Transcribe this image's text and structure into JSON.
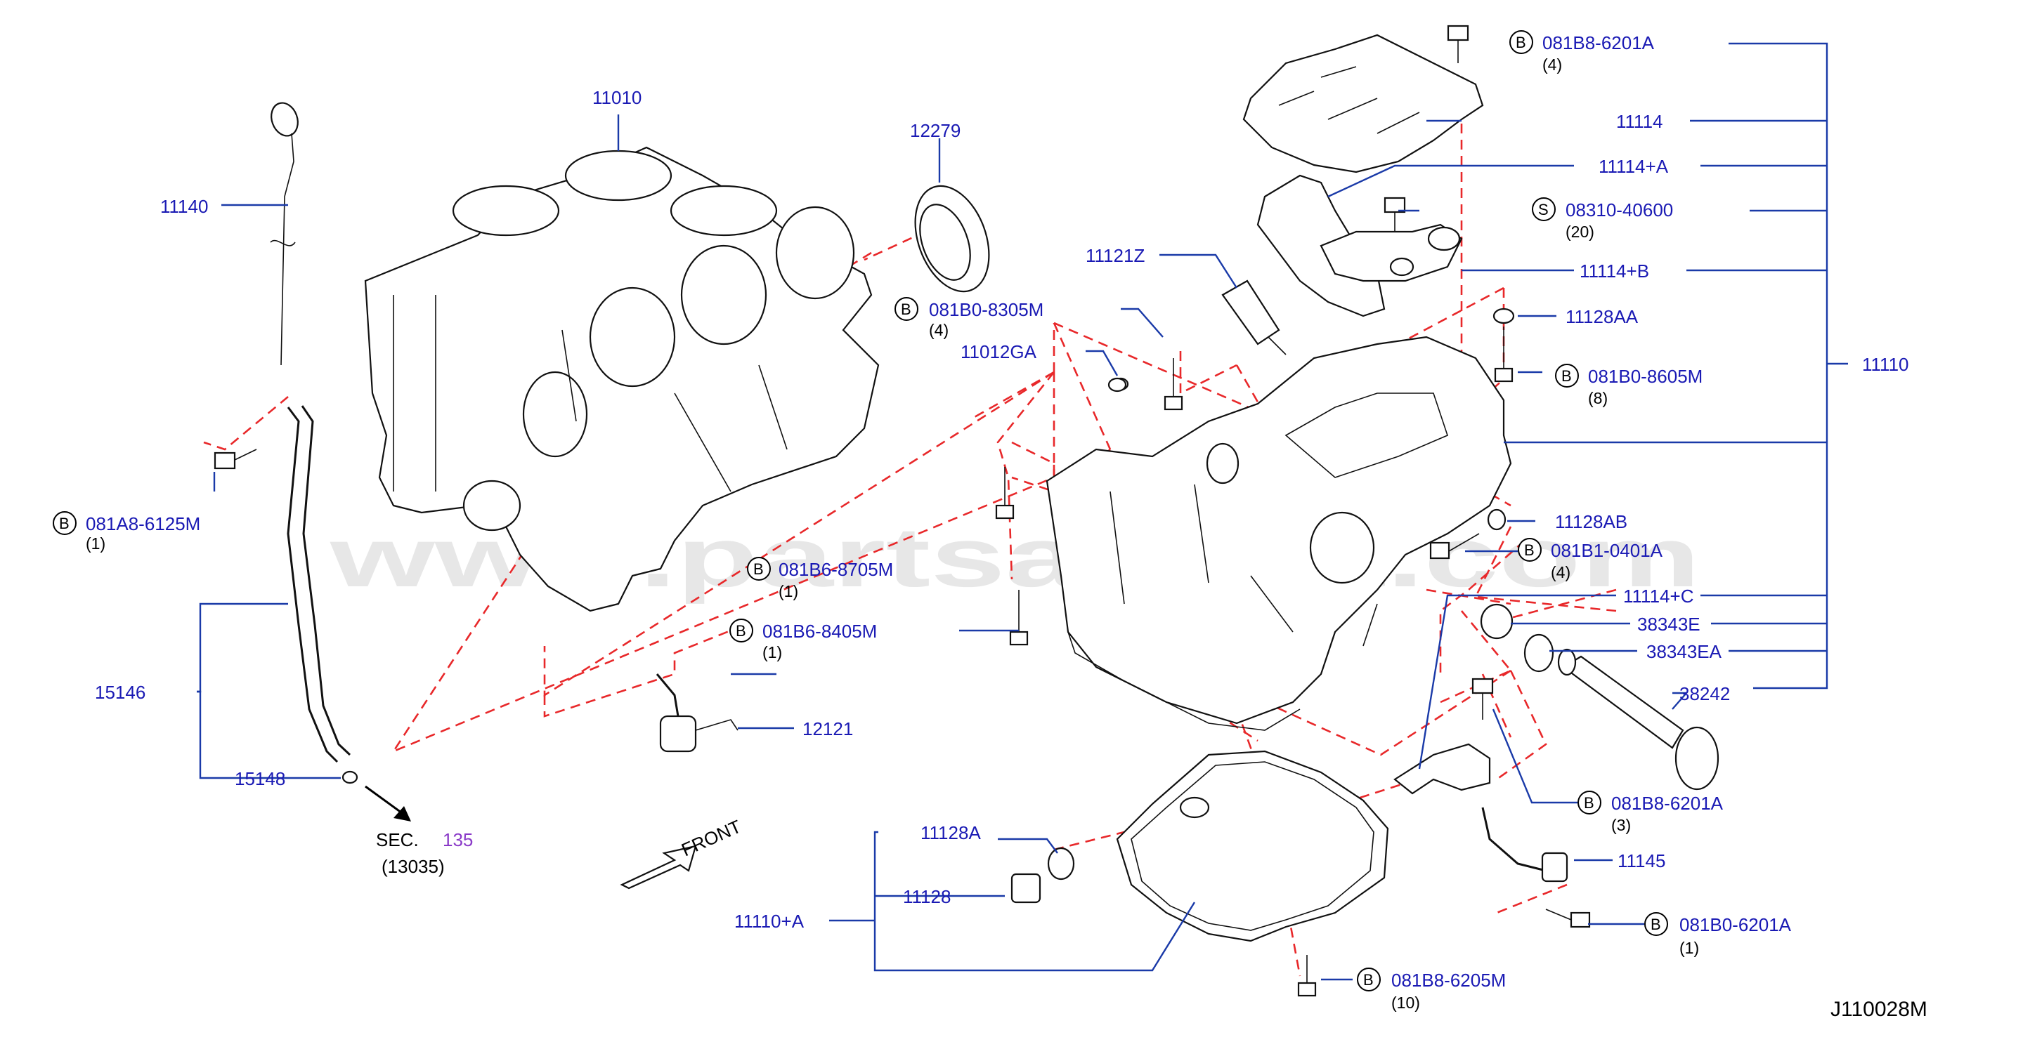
{
  "watermark": "www.partsassist.com",
  "diagram_code": "J110028M",
  "front_label": "FRONT",
  "sec_ref": {
    "prefix": "SEC.",
    "number": "135",
    "sub": "(13035)"
  },
  "parts": {
    "p11010": "11010",
    "p12279": "12279",
    "p11140": "11140",
    "p081A8_6125M": {
      "circle": "B",
      "number": "081A8-6125M",
      "qty": "(1)"
    },
    "p15146": "15146",
    "p15148": "15148",
    "p081B6_8705M": {
      "circle": "B",
      "number": "081B6-8705M",
      "qty": "(1)"
    },
    "p081B6_8405M": {
      "circle": "B",
      "number": "081B6-8405M",
      "qty": "(1)"
    },
    "p12121": "12121",
    "p081B0_8305M": {
      "circle": "B",
      "number": "081B0-8305M",
      "qty": "(4)"
    },
    "p11012GA": "11012GA",
    "p11121Z": "11121Z",
    "p081B8_6201A_top": {
      "circle": "B",
      "number": "081B8-6201A",
      "qty": "(4)"
    },
    "p11114": "11114",
    "p11114A": "11114+A",
    "p08310_40600": {
      "circle": "S",
      "number": "08310-40600",
      "qty": "(20)"
    },
    "p11114B": "11114+B",
    "p11128AA": "11128AA",
    "p081B0_8605M": {
      "circle": "B",
      "number": "081B0-8605M",
      "qty": "(8)"
    },
    "p11110": "11110",
    "p11128AB": "11128AB",
    "p081B1_0401A": {
      "circle": "B",
      "number": "081B1-0401A",
      "qty": "(4)"
    },
    "p11114C": "11114+C",
    "p38343E": "38343E",
    "p38343EA": "38343EA",
    "p38242": "38242",
    "p081B8_6201A_mid": {
      "circle": "B",
      "number": "081B8-6201A",
      "qty": "(3)"
    },
    "p11145": "11145",
    "p081B0_6201A": {
      "circle": "B",
      "number": "081B0-6201A",
      "qty": "(1)"
    },
    "p081B8_6205M": {
      "circle": "B",
      "number": "081B8-6205M",
      "qty": "(10)"
    },
    "p11128A": "11128A",
    "p11128": "11128",
    "p11110A": "11110+A"
  },
  "colors": {
    "part_number": "#1a1ab4",
    "leader": "#1a3aa8",
    "dashed_ref": "#e8282a",
    "watermark": "#d4d4d4",
    "sec_number": "#8a3ac8"
  }
}
